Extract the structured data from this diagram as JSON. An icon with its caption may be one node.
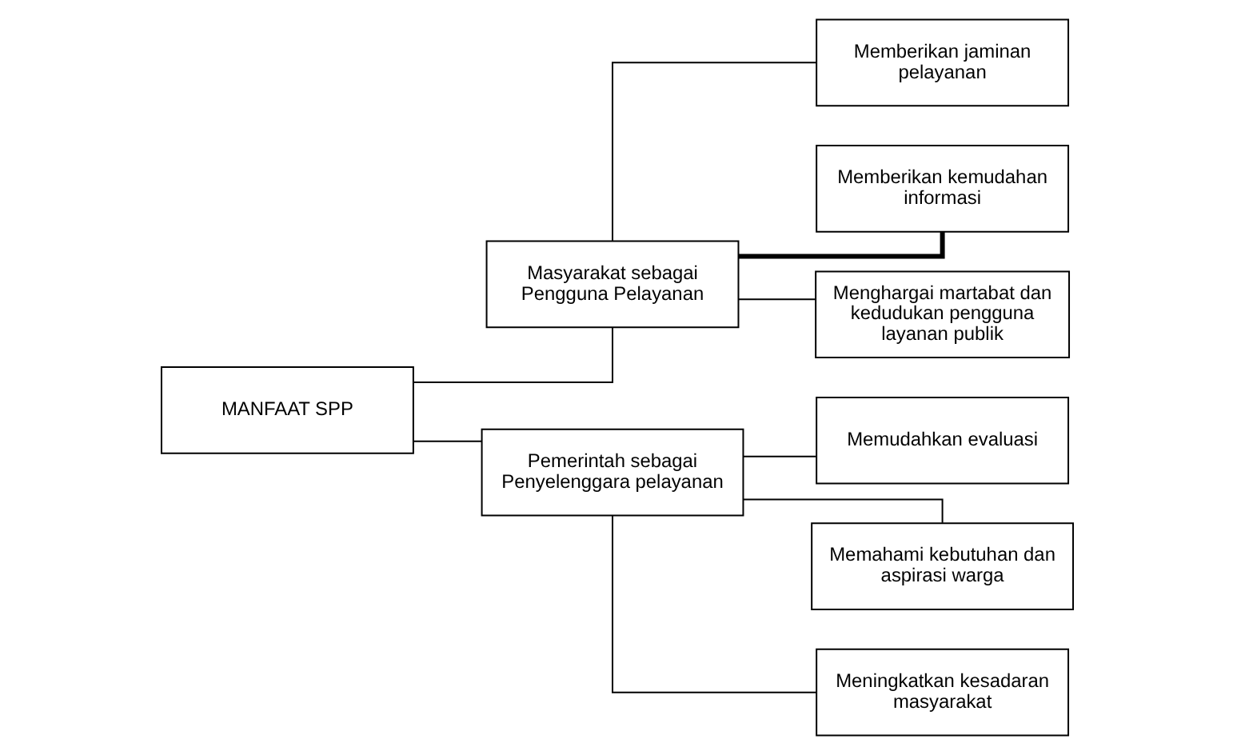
{
  "diagram": {
    "nodes": [
      {
        "text": [
          "MANFAAT SPP"
        ]
      },
      {
        "text": [
          "Masyarakat sebagai Pengguna Pelayanan"
        ]
      },
      {
        "text": [
          "Pemerintah sebagai Penyelenggara pelayanan"
        ]
      },
      {
        "text": [
          "Memberikan jaminan pelayanan"
        ]
      },
      {
        "text": [
          "Memberikan kemudahan informasi"
        ]
      },
      {
        "text": [
          "Menghargai martabat dan kedudukan pengguna layanan publik"
        ]
      },
      {
        "text": [
          "Memudahkan evaluasi"
        ]
      },
      {
        "text": [
          "Memahami kebutuhan dan aspirasi warga"
        ]
      },
      {
        "text": [
          "Meningkatkan kesadaran masyarakat"
        ]
      }
    ],
    "edges": [
      {
        "from": 0,
        "to": 1,
        "arrow": "none"
      },
      {
        "from": 0,
        "to": 2,
        "arrow": "none"
      },
      {
        "from": 1,
        "to": 3,
        "arrow": "none"
      },
      {
        "from": 1,
        "to": 4,
        "arrow": "none",
        "style": "thick"
      },
      {
        "from": 1,
        "to": 5,
        "arrow": "none"
      },
      {
        "from": 2,
        "to": 6,
        "arrow": "none"
      },
      {
        "from": 2,
        "to": 7,
        "arrow": "none"
      },
      {
        "from": 2,
        "to": 8,
        "arrow": "none"
      }
    ]
  }
}
